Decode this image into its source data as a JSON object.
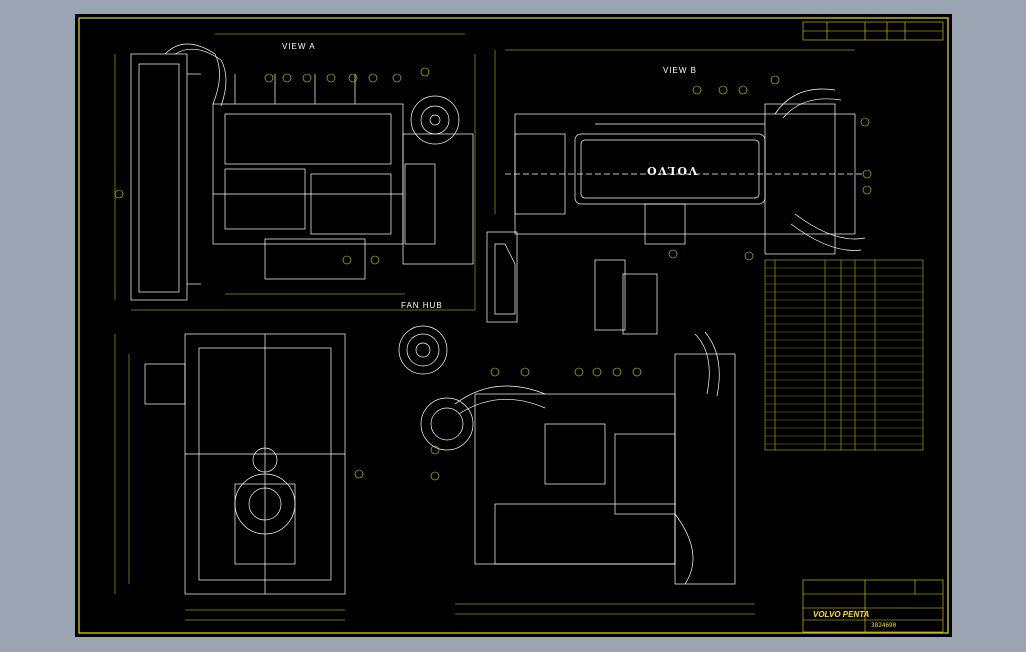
{
  "drawing": {
    "view_a_label": "VIEW A",
    "view_b_label": "VIEW B",
    "fan_hub_label": "FAN HUB",
    "brand_on_engine": "VOLVO",
    "title_block_brand": "VOLVO PENTA",
    "drawing_number": "3824690",
    "colors": {
      "frame": "#e8e000",
      "lines": "#ffffff",
      "background": "#000000",
      "outer": "#9aa4b2"
    }
  }
}
